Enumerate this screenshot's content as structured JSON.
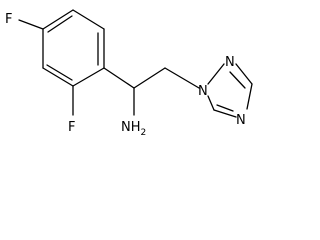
{
  "structure": {
    "labels": {
      "fluorine_top": "F",
      "fluorine_bottom": "F",
      "amine": "NH",
      "amine_subscript": "2",
      "triazole_n1": "N",
      "triazole_n2": "N",
      "triazole_n4": "N"
    },
    "colors": {
      "bond": "#000000",
      "label": "#000000",
      "background": "#ffffff"
    }
  }
}
